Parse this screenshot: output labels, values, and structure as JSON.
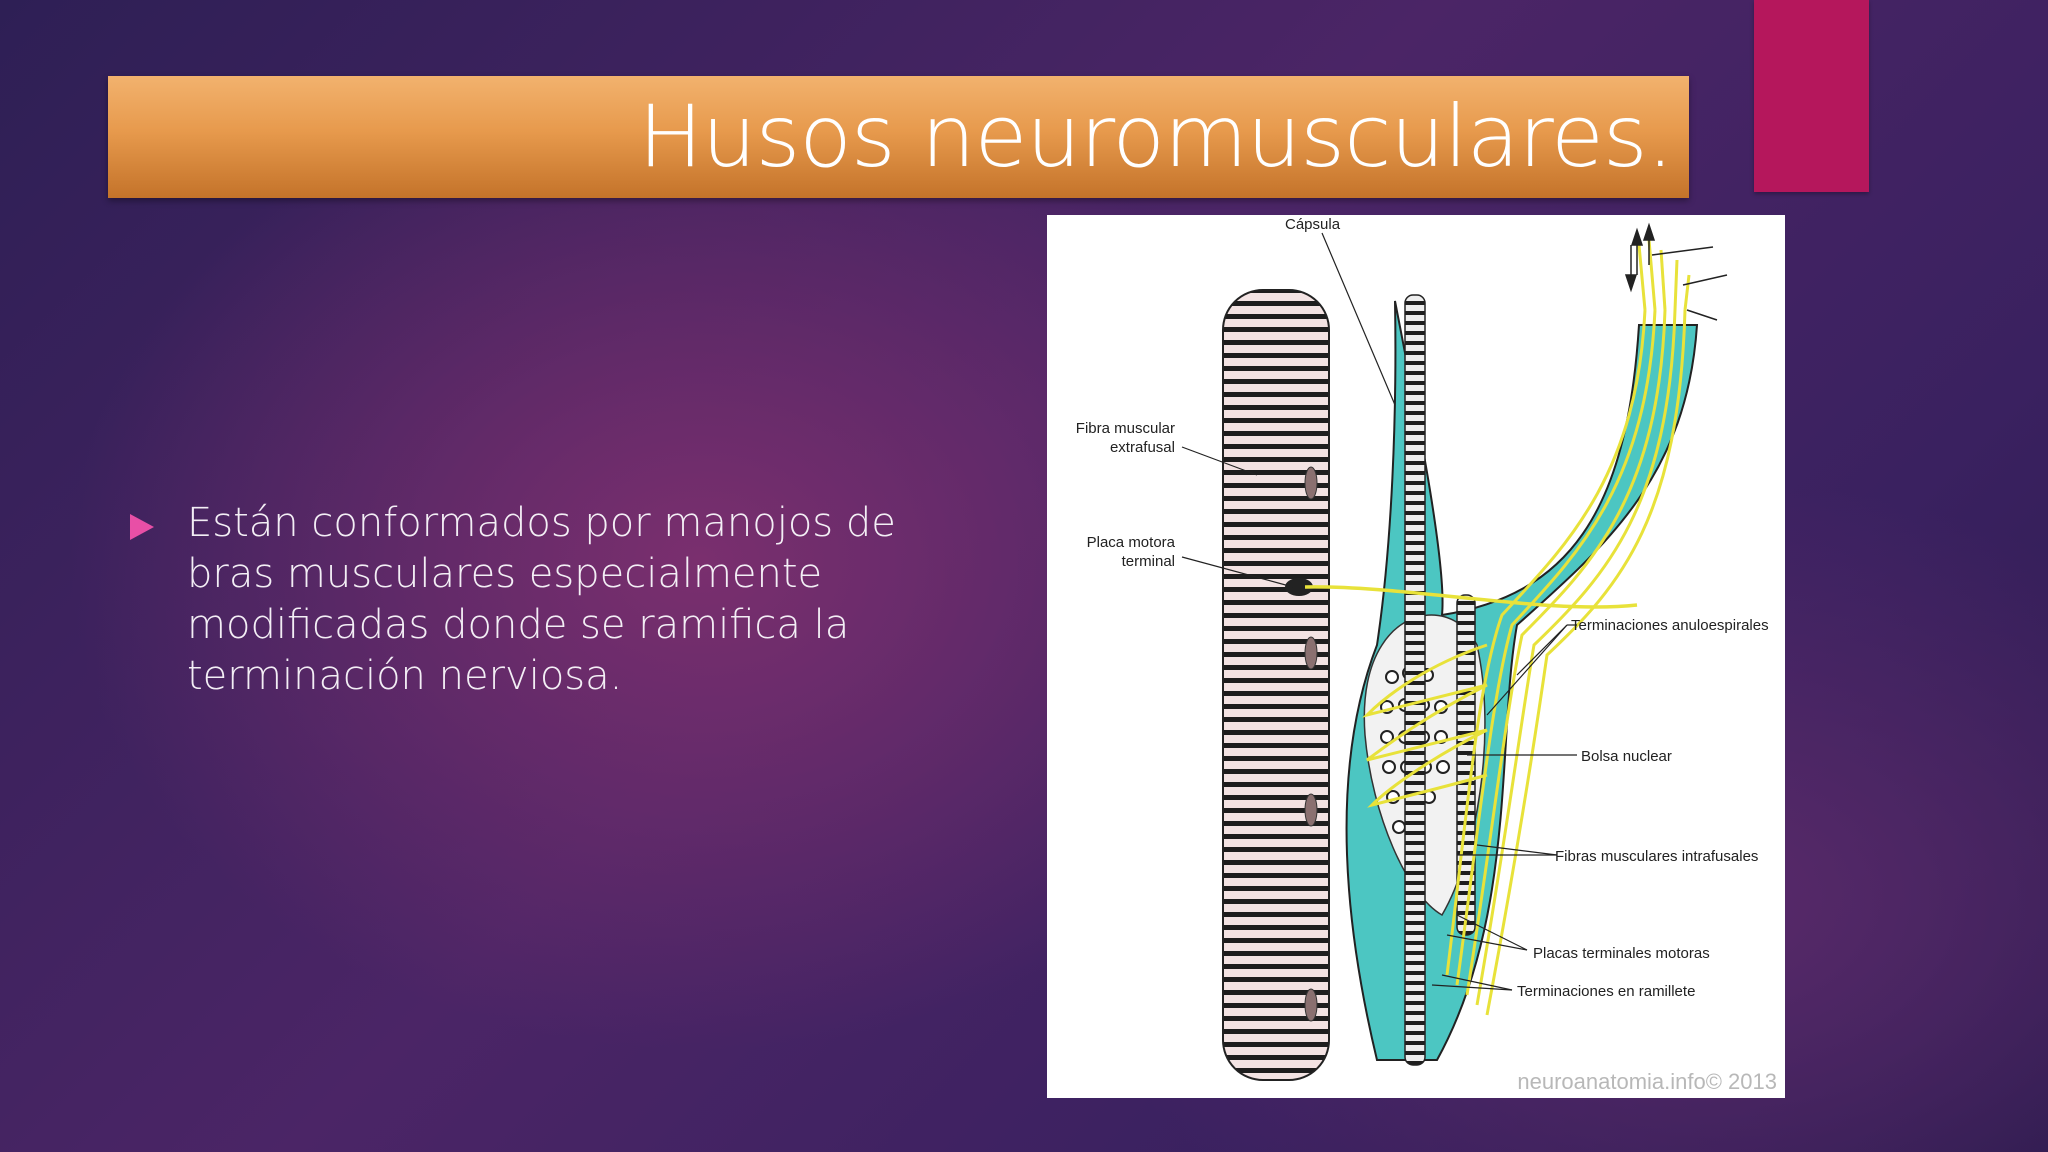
{
  "slide": {
    "title": "Husos neuromusculares.",
    "bullet": "Están conformados por manojos de bras musculares especialmente modificadas donde se ramifica la terminación nerviosa.",
    "colors": {
      "title_bar": "#e79a4d",
      "accent": "#b5175c",
      "bullet_marker": "#e84fa6"
    }
  },
  "figure": {
    "labels": {
      "capsula": "Cápsula",
      "fibra_line1": "Fibra muscular",
      "fibra_line2": "extrafusal",
      "placa_line1": "Placa motora",
      "placa_line2": "terminal",
      "anuloespirales": "Terminaciones anuloespirales",
      "bolsa": "Bolsa nuclear",
      "intrafusales": "Fibras musculares intrafusales",
      "placas_motoras": "Placas terminales motoras",
      "ramillete": "Terminaciones en ramillete"
    },
    "watermark": "neuroanatomia.info© 2013"
  }
}
